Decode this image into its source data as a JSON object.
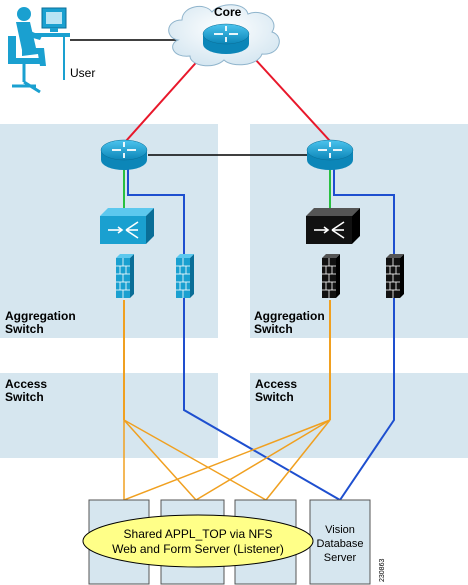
{
  "labels": {
    "core": "Core",
    "user": "User",
    "agg_left_1": "Aggregation",
    "agg_left_2": "Switch",
    "agg_right_1": "Aggregation",
    "agg_right_2": "Switch",
    "access_left_1": "Access",
    "access_left_2": "Switch",
    "access_right_1": "Access",
    "access_right_2": "Switch",
    "shared_line1": "Shared APPL_TOP via NFS",
    "shared_line2": "Web and Form Server (Listener)",
    "db_line1": "Vision",
    "db_line2": "Database",
    "db_line3": "Server",
    "figure_id": "230863"
  },
  "colors": {
    "zone_fill": "#d6e6ef",
    "device_blue": "#1aa0d0",
    "device_black": "#111111",
    "link_red": "#e8182b",
    "link_blue": "#1e4fcf",
    "link_orange": "#f0a020",
    "link_green": "#28c040",
    "link_black": "#000000",
    "ellipse_fill": "#ffff88",
    "server_fill": "#d6e6ef"
  }
}
